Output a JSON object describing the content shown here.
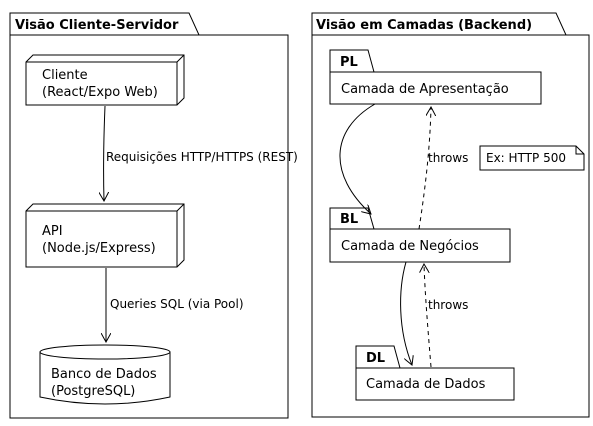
{
  "client_server": {
    "title": "Visão Cliente-Servidor",
    "client": {
      "line1": "Cliente",
      "line2": "(React/Expo Web)"
    },
    "api": {
      "line1": "API",
      "line2": "(Node.js/Express)"
    },
    "database": {
      "line1": "Banco de Dados",
      "line2": "(PostgreSQL)"
    },
    "edge_client_api": "Requisições HTTP/HTTPS (REST)",
    "edge_api_db": "Queries SQL (via Pool)"
  },
  "layers": {
    "title": "Visão em Camadas (Backend)",
    "pl": {
      "tab": "PL",
      "label": "Camada de Apresentação"
    },
    "bl": {
      "tab": "BL",
      "label": "Camada de Negócios"
    },
    "dl": {
      "tab": "DL",
      "label": "Camada de Dados"
    },
    "throws_bl_pl": "throws",
    "throws_dl_bl": "throws",
    "note": "Ex: HTTP 500"
  }
}
